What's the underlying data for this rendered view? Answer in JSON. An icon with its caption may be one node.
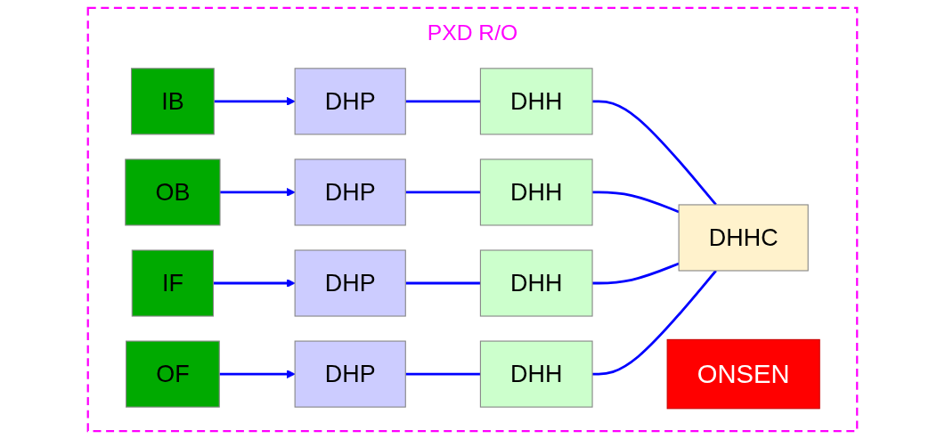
{
  "diagram": {
    "nodes": [
      {
        "text": [
          "PXD R/O"
        ]
      },
      {
        "text": [
          "IB"
        ],
        "in": 0
      },
      {
        "text": [
          "DHP"
        ],
        "in": 0
      },
      {
        "text": [
          "DHH"
        ],
        "in": 0
      },
      {
        "text": [
          "OB"
        ],
        "in": 0
      },
      {
        "text": [
          "DHP"
        ],
        "in": 0
      },
      {
        "text": [
          "DHH"
        ],
        "in": 0
      },
      {
        "text": [
          "IF"
        ],
        "in": 0
      },
      {
        "text": [
          "DHP"
        ],
        "in": 0
      },
      {
        "text": [
          "DHH"
        ],
        "in": 0
      },
      {
        "text": [
          "OF"
        ],
        "in": 0
      },
      {
        "text": [
          "DHP"
        ],
        "in": 0
      },
      {
        "text": [
          "DHH"
        ],
        "in": 0
      },
      {
        "text": [
          "DHHC"
        ],
        "in": 0
      },
      {
        "text": [
          "ONSEN"
        ],
        "in": 0
      }
    ],
    "edges": [
      {
        "from": 1,
        "to": 2,
        "arrow": "to"
      },
      {
        "from": 2,
        "to": 3,
        "arrow": "none"
      },
      {
        "from": 3,
        "to": 13,
        "arrow": "none"
      },
      {
        "from": 4,
        "to": 5,
        "arrow": "to"
      },
      {
        "from": 5,
        "to": 6,
        "arrow": "none"
      },
      {
        "from": 6,
        "to": 13,
        "arrow": "none"
      },
      {
        "from": 7,
        "to": 8,
        "arrow": "to"
      },
      {
        "from": 8,
        "to": 9,
        "arrow": "none"
      },
      {
        "from": 9,
        "to": 13,
        "arrow": "none"
      },
      {
        "from": 10,
        "to": 11,
        "arrow": "to"
      },
      {
        "from": 11,
        "to": 12,
        "arrow": "none"
      },
      {
        "from": 12,
        "to": 13,
        "arrow": "none"
      }
    ]
  }
}
